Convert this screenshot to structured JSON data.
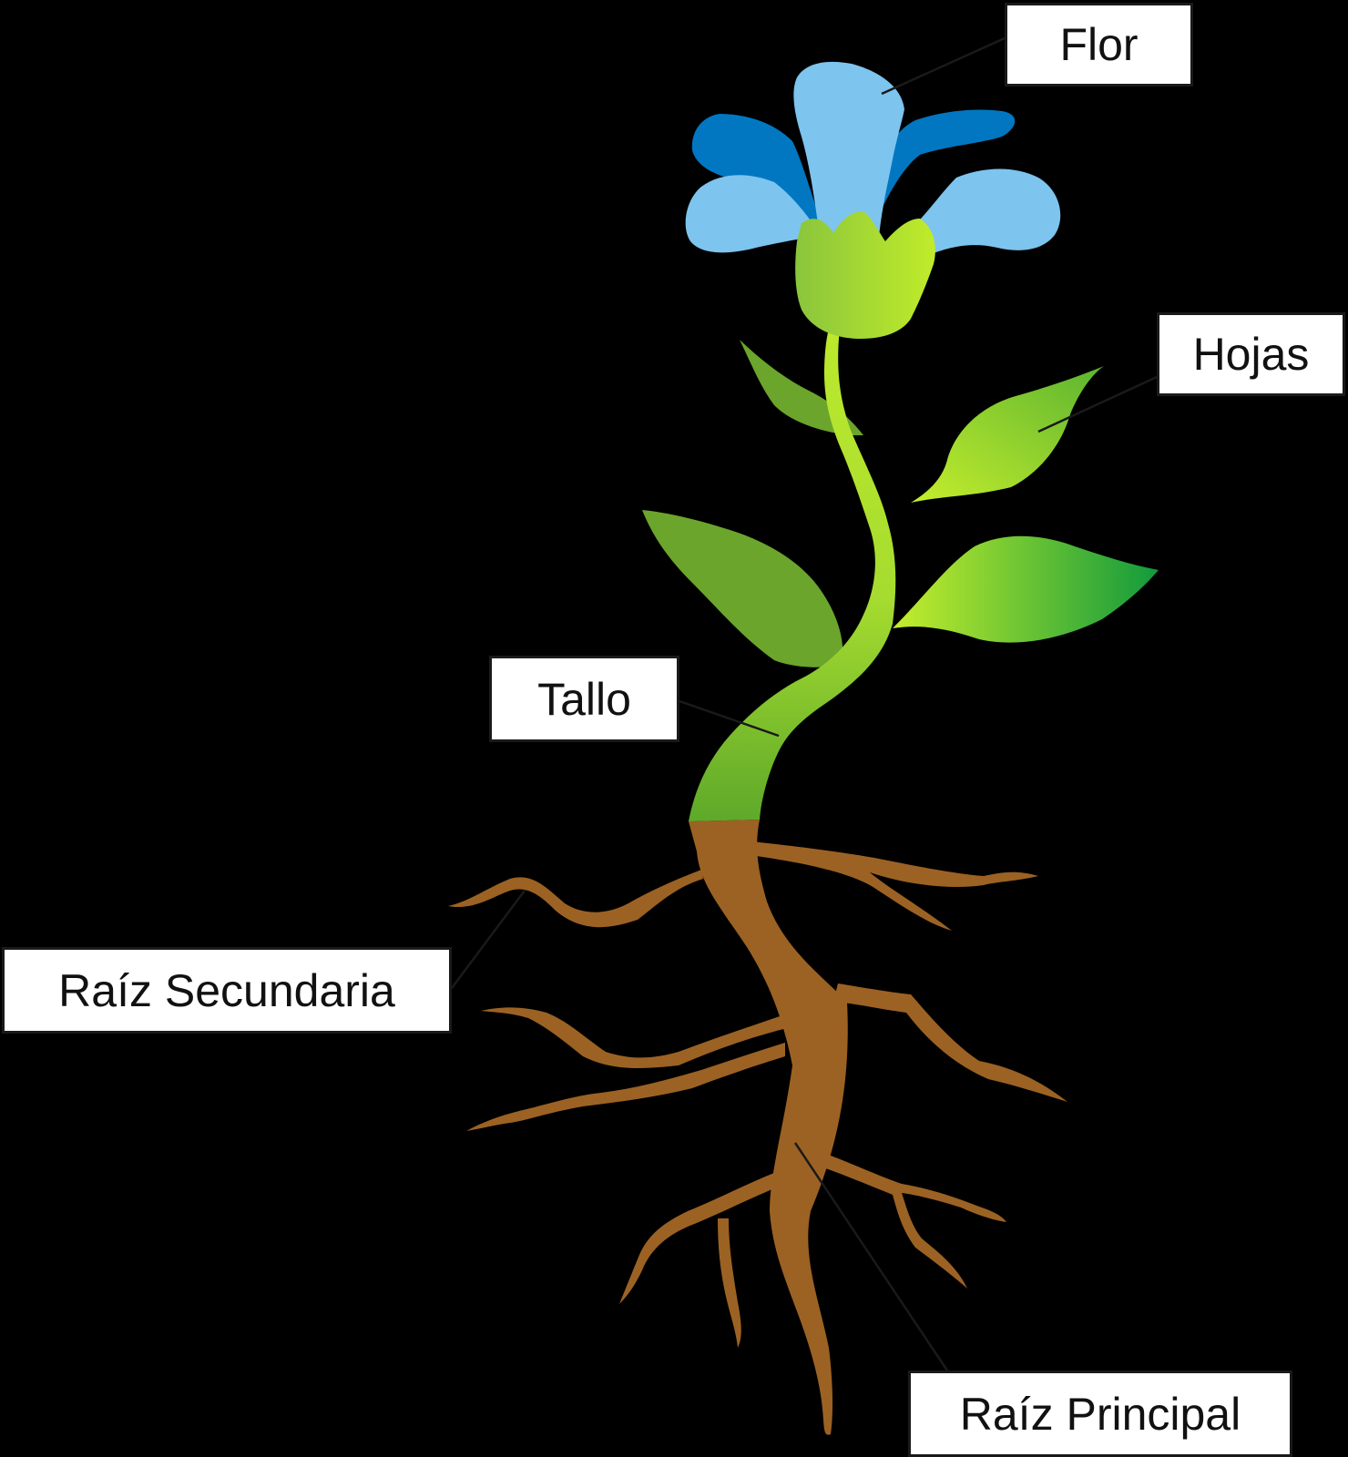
{
  "labels": {
    "flor": "Flor",
    "hojas": "Hojas",
    "tallo": "Tallo",
    "raiz_secundaria": "Raíz Secundaria",
    "raiz_principal": "Raíz Principal"
  },
  "colors": {
    "background": "#000000",
    "petal_light": "#7dc4ef",
    "petal_dark": "#0277c1",
    "sepal_light": "#c0ec2a",
    "sepal_dark": "#8ac53c",
    "leaf_dark": "#6ba52c",
    "leaf_bright": "#129a3c",
    "stem_light": "#b6e62d",
    "stem_dark": "#5ea92a",
    "root": "#9c6223",
    "label_fill": "#ffffff",
    "leader_line": "#1a1a1a"
  }
}
